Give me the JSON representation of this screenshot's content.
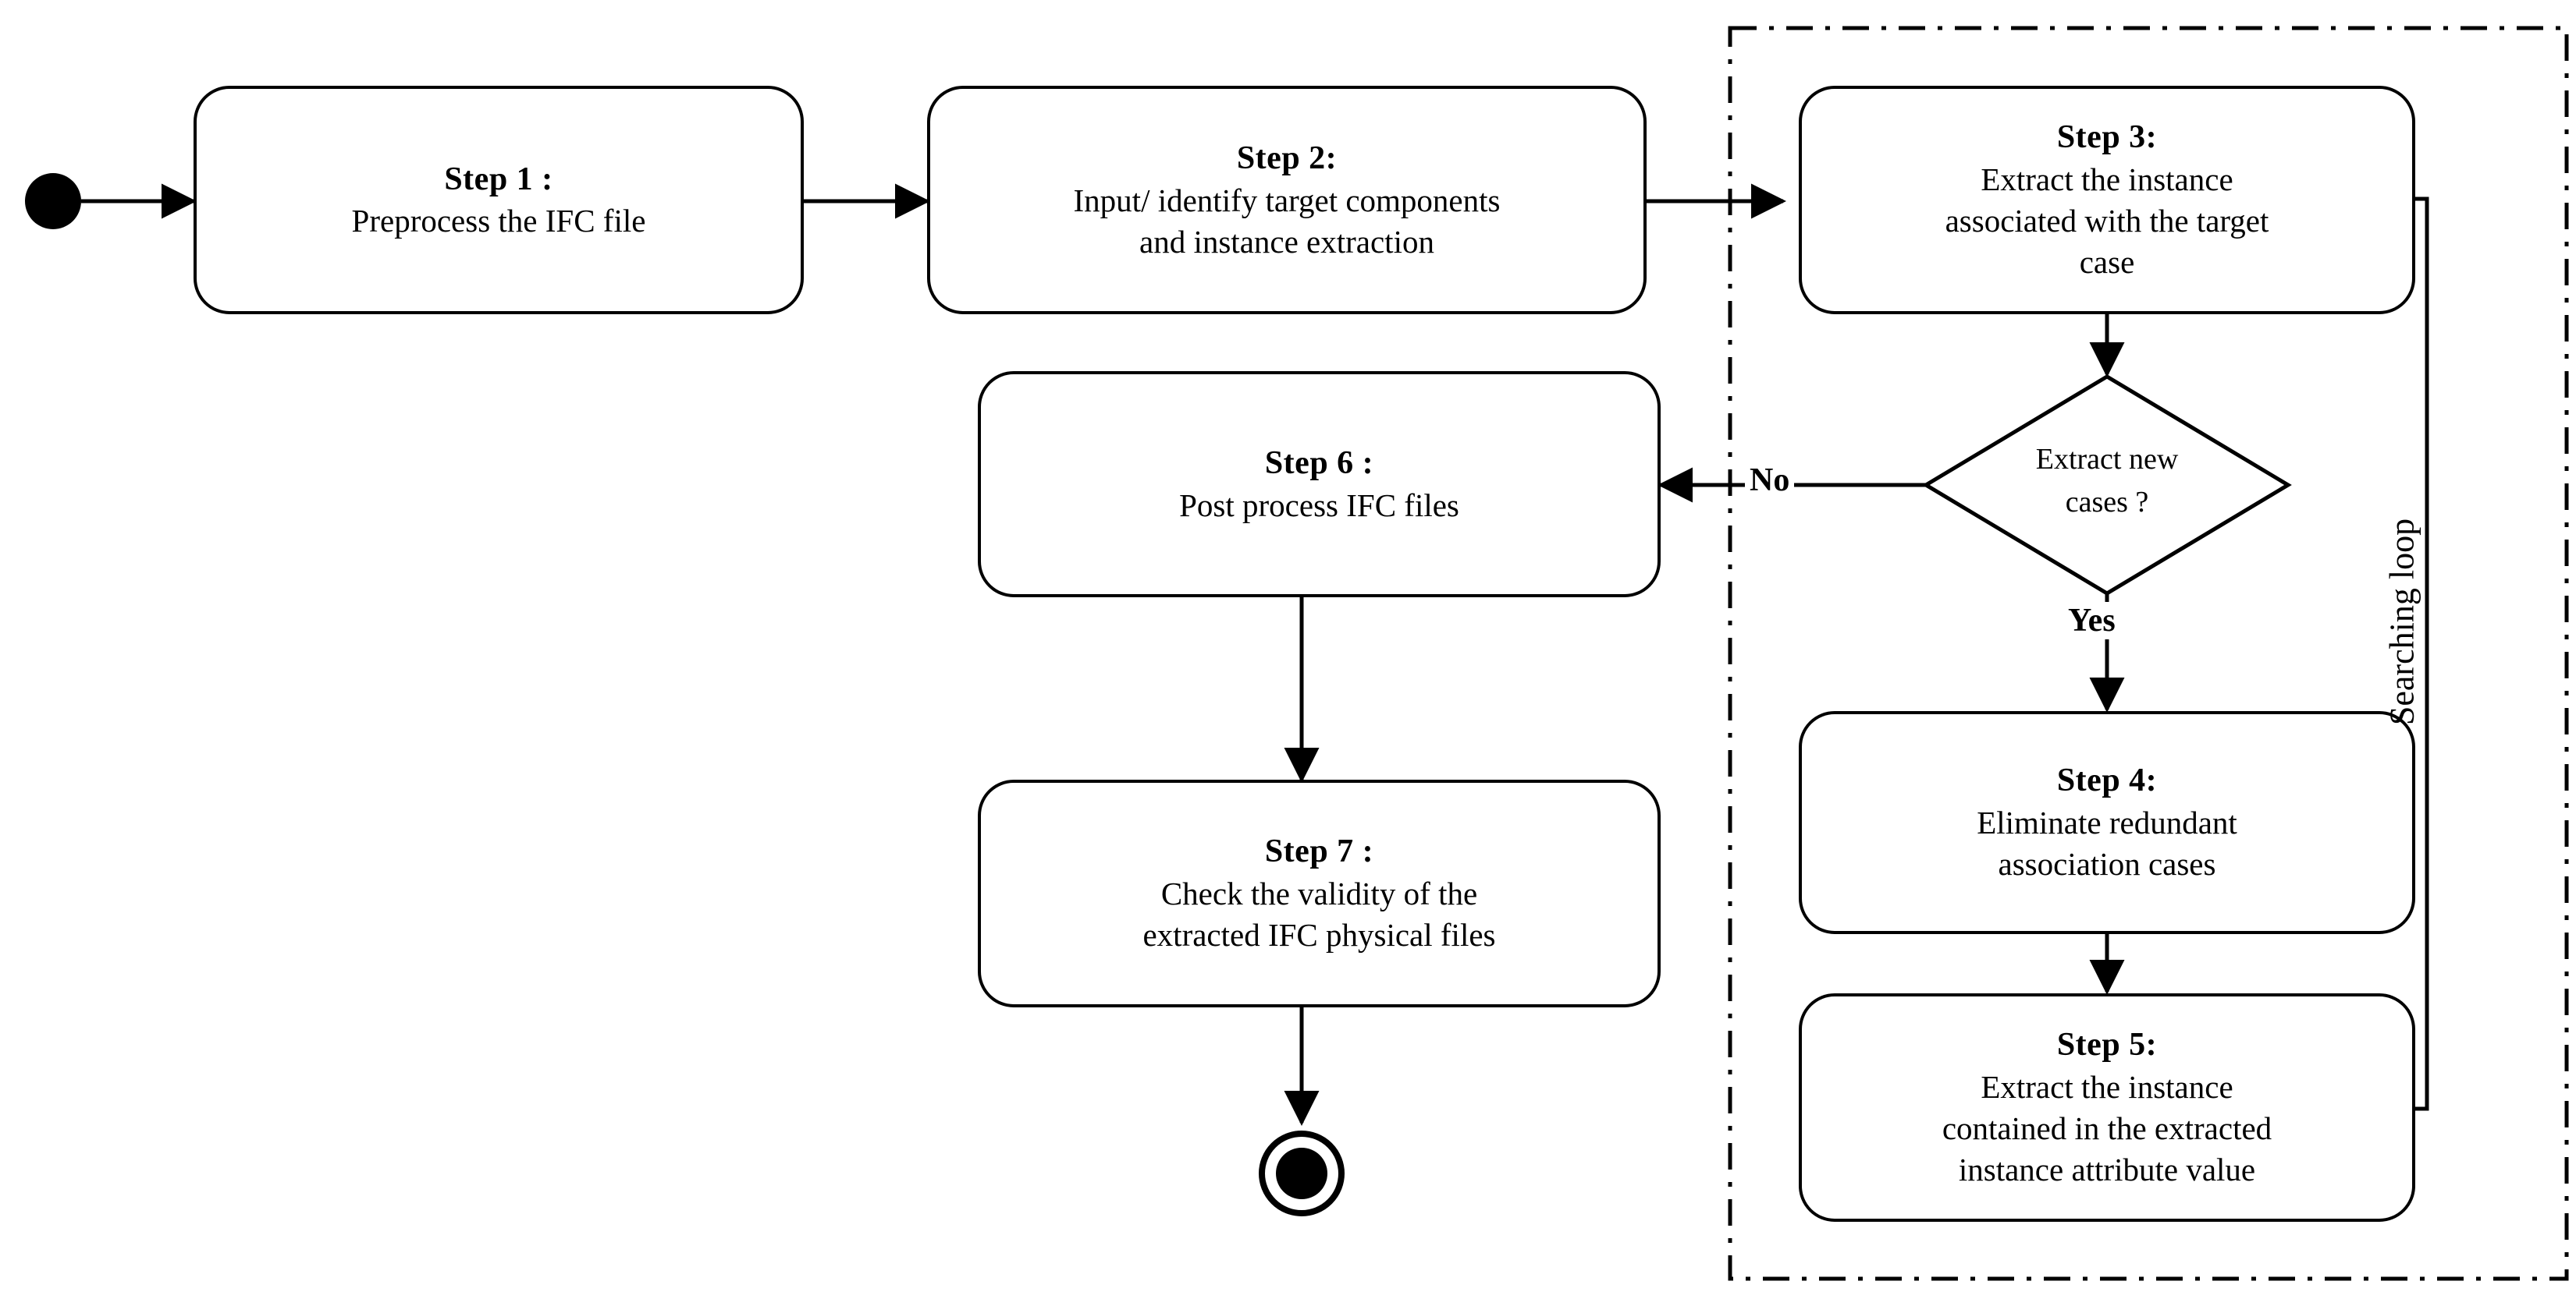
{
  "diagram": {
    "type": "activity-flowchart",
    "title": "",
    "start_node": "filled-circle",
    "end_node": "filled-circle-with-ring",
    "loop_region_label": "Searching  loop",
    "nodes": [
      {
        "id": "step1",
        "title": "Step 1 :",
        "lines": [
          "Preprocess the IFC file"
        ]
      },
      {
        "id": "step2",
        "title": "Step 2:",
        "lines": [
          "Input/ identify target components",
          "and instance extraction"
        ]
      },
      {
        "id": "step3",
        "title": "Step 3:",
        "lines": [
          "Extract the instance",
          "associated with the target",
          "case"
        ]
      },
      {
        "id": "decision",
        "lines": [
          "Extract new",
          "cases ?"
        ]
      },
      {
        "id": "step4",
        "title": "Step 4:",
        "lines": [
          "Eliminate redundant",
          "association cases"
        ]
      },
      {
        "id": "step5",
        "title": "Step 5:",
        "lines": [
          "Extract the instance",
          "contained in the extracted",
          "instance attribute value"
        ]
      },
      {
        "id": "step6",
        "title": "Step 6 :",
        "lines": [
          "Post process IFC files"
        ]
      },
      {
        "id": "step7",
        "title": "Step 7 :",
        "lines": [
          "Check the validity of the",
          "extracted IFC physical files"
        ]
      }
    ],
    "edge_labels": {
      "no": "No",
      "yes": "Yes"
    },
    "colors": {
      "stroke": "#000000",
      "background": "#ffffff",
      "text": "#000000"
    }
  }
}
